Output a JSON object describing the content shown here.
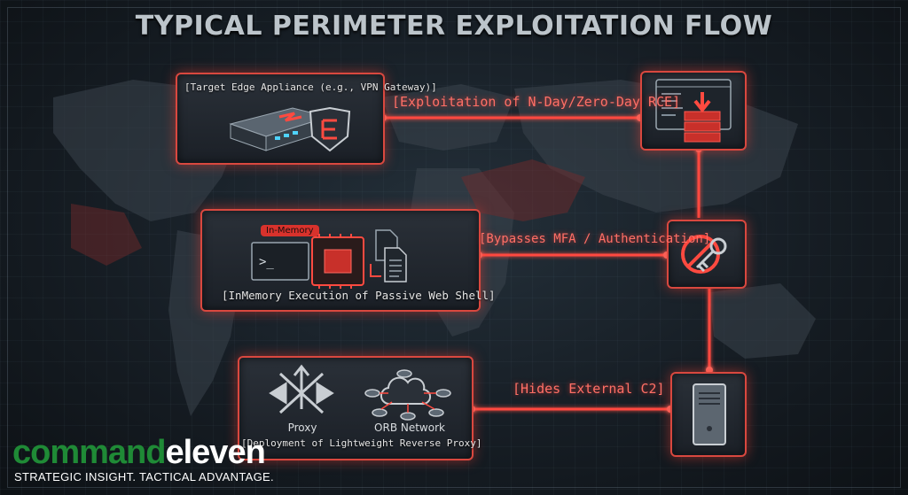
{
  "title": "TYPICAL PERIMETER EXPLOITATION FLOW",
  "nodes": {
    "edge_appliance": {
      "label": "[Target Edge Appliance (e.g., VPN Gateway)]",
      "icon": "vpn-gateway-shield-icon"
    },
    "server_exploit": {
      "icon": "server-terminal-exploit-icon"
    },
    "web_shell": {
      "label": "[InMemory Execution of Passive Web Shell]",
      "badge": "In-Memory",
      "icon": "terminal-chip-file-icon"
    },
    "mfa_bypass": {
      "icon": "no-key-icon"
    },
    "reverse_proxy": {
      "label": "[Deployment of Lightweight Reverse Proxy]",
      "proxy_label": "Proxy",
      "orb_label": "ORB Network",
      "icon": "proxy-arrows-network-icon"
    },
    "c2_server": {
      "icon": "server-tower-icon"
    }
  },
  "edges": {
    "exploitation": "[Exploitation of N-Day/Zero-Day RCE]",
    "bypass": "[Bypasses MFA / Authentication]",
    "hides_c2": "[Hides External C2]"
  },
  "logo": {
    "part1": "command",
    "part2": "eleven",
    "tagline": "STRATEGIC INSIGHT. TACTICAL ADVANTAGE."
  },
  "colors": {
    "accent": "#e8423a",
    "box_bg": "#232930",
    "title": "#bcc4ca",
    "logo_green": "#1f8a36"
  }
}
